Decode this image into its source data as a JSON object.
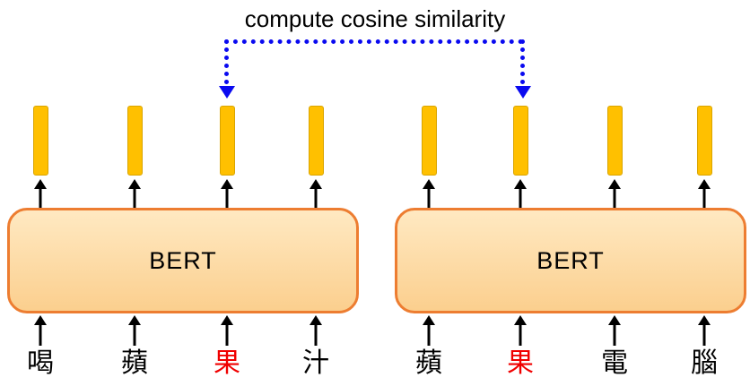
{
  "title": "compute cosine similarity",
  "bert_label": "BERT",
  "tokens": {
    "left": [
      {
        "char": "喝",
        "style": "color:#000000"
      },
      {
        "char": "蘋",
        "style": "color:#000000"
      },
      {
        "char": "果",
        "style": "color:#f00000"
      },
      {
        "char": "汁",
        "style": "color:#000000"
      }
    ],
    "right": [
      {
        "char": "蘋",
        "style": "color:#000000"
      },
      {
        "char": "果",
        "style": "color:#f00000"
      },
      {
        "char": "電",
        "style": "color:#000000"
      },
      {
        "char": "腦",
        "style": "color:#000000"
      }
    ]
  },
  "colors": {
    "bar_fill": "#ffc000",
    "box_border": "#ed7d31",
    "box_fill": "#fcd99e",
    "connector_blue": "#0a0af0",
    "highlight_red": "#f00000"
  }
}
